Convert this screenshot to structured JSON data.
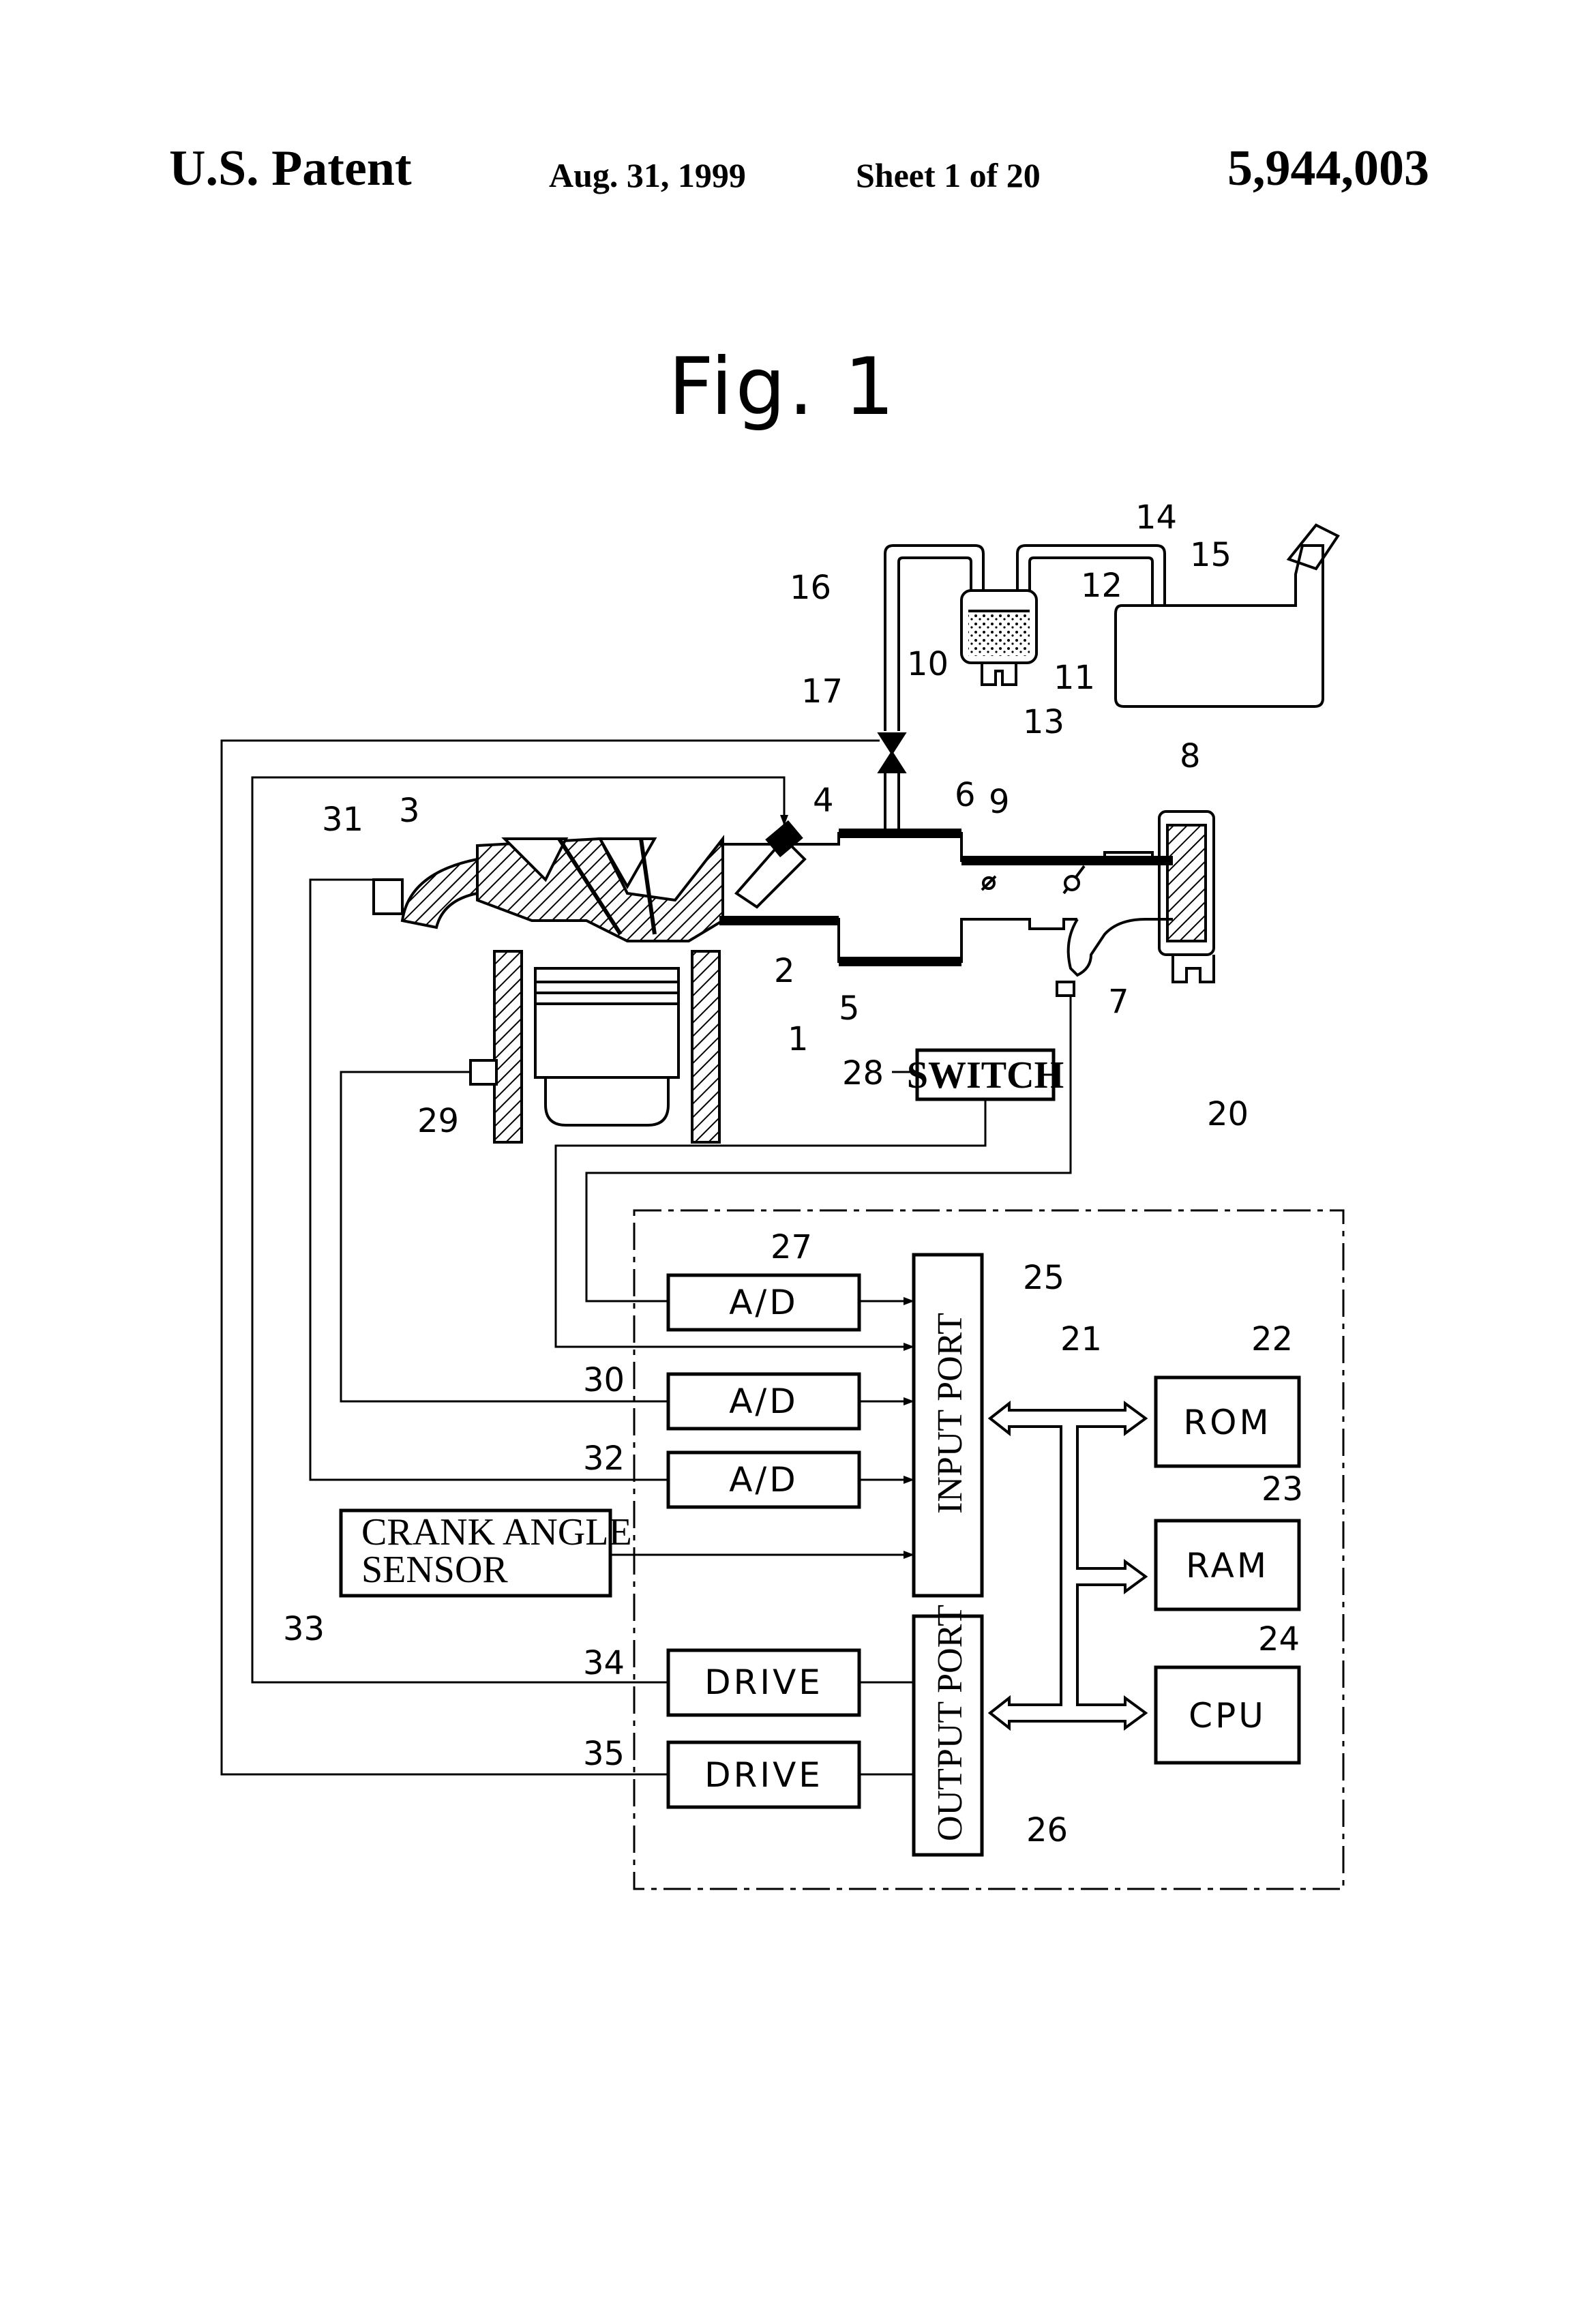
{
  "header": {
    "left": "U.S. Patent",
    "date": "Aug. 31, 1999",
    "sheet": "Sheet 1 of 20",
    "patent_number": "5,944,003"
  },
  "figure": {
    "title": "Fig. 1"
  },
  "blocks": {
    "switch": "SWITCH",
    "crank_line1": "CRANK ANGLE",
    "crank_line2": "SENSOR",
    "ad": "A/D",
    "drive": "DRIVE",
    "input_port": "INPUT PORT",
    "output_port": "OUTPUT PORT",
    "rom": "ROM",
    "ram": "RAM",
    "cpu": "CPU"
  },
  "refs": {
    "r1": "1",
    "r2": "2",
    "r3": "3",
    "r4": "4",
    "r5": "5",
    "r6": "6",
    "r7": "7",
    "r8": "8",
    "r9": "9",
    "r10": "10",
    "r11": "11",
    "r12": "12",
    "r13": "13",
    "r14": "14",
    "r15": "15",
    "r16": "16",
    "r17": "17",
    "r20": "20",
    "r21": "21",
    "r22": "22",
    "r23": "23",
    "r24": "24",
    "r25": "25",
    "r26": "26",
    "r27": "27",
    "r28": "28",
    "r29": "29",
    "r30": "30",
    "r31": "31",
    "r32": "32",
    "r33": "33",
    "r34": "34",
    "r35": "35"
  }
}
